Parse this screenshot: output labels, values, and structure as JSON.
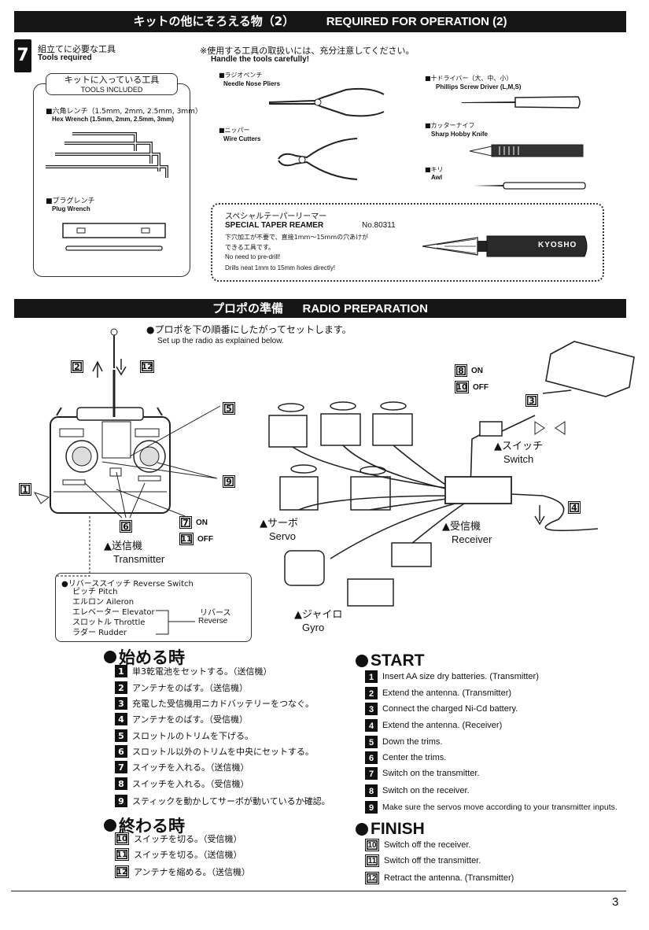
{
  "header": {
    "title_jp": "キットの他にそろえる物（2）",
    "title_en": "REQUIRED FOR OPERATION (2)"
  },
  "tools": {
    "step_num": "7",
    "title_jp": "組立てに必要な工具",
    "title_en": "Tools required",
    "note_jp": "※使用する工具の取扱いには、充分注意してください。",
    "note_en": "Handle the tools carefully!",
    "kit_label_jp": "キットに入っている工具",
    "kit_label_en": "TOOLS INCLUDED",
    "hex_jp": "■六角レンチ（1.5mm, 2mm, 2.5mm, 3mm）",
    "hex_en": "Hex Wrench (1.5mm, 2mm, 2.5mm, 3mm)",
    "plug_jp": "■プラグレンチ",
    "plug_en": "Plug Wrench",
    "pliers_jp": "■ラジオペンチ",
    "pliers_en": "Needle Nose Pliers",
    "cutters_jp": "■ニッパー",
    "cutters_en": "Wire Cutters",
    "driver_jp": "■十ドライバー（大、中、小）",
    "driver_en": "Phillips Screw Driver (L,M,S)",
    "knife_jp": "■カッターナイフ",
    "knife_en": "Sharp Hobby Knife",
    "awl_jp": "■キリ",
    "awl_en": "Awl",
    "reamer_jp": "スペシャルテーパーリーマー",
    "reamer_en": "SPECIAL TAPER REAMER",
    "reamer_no": "No.80311",
    "reamer_desc1_jp": "下穴加工が不要で、直接1mm〜15mmの穴あけが",
    "reamer_desc2_jp": "できる工具です。",
    "reamer_desc1_en": "No need to pre-drill!",
    "reamer_desc2_en": "Drills neat 1mm to 15mm holes directly!",
    "reamer_brand": "KYOSHO"
  },
  "radio": {
    "title_jp": "プロポの準備",
    "title_en": "RADIO PREPARATION",
    "intro_jp": "●プロポを下の順番にしたがってセットします。",
    "intro_en": "Set up the radio as explained below.",
    "on": "ON",
    "off": "OFF",
    "switch_jp": "▲スイッチ",
    "switch_en": "Switch",
    "servo_jp": "▲サーボ",
    "servo_en": "Servo",
    "receiver_jp": "▲受信機",
    "receiver_en": "Receiver",
    "transmitter_jp": "▲送信機",
    "transmitter_en": "Transmitter",
    "gyro_jp": "▲ジャイロ",
    "gyro_en": "Gyro",
    "rev_title": "●リバーススイッチ  Reverse Switch",
    "rev_items": [
      "ピッチ  Pitch",
      "エルロン  Aileron",
      "エレベーター  Elevator",
      "スロットル  Throttle",
      "ラダー  Rudder"
    ],
    "rev_label_jp": "リバース",
    "rev_label_en": "Reverse",
    "nums": [
      "1",
      "2",
      "3",
      "4",
      "5",
      "6",
      "7",
      "8",
      "9",
      "10",
      "11",
      "12"
    ]
  },
  "start_jp": {
    "title": "始める時",
    "steps": [
      "単3乾電池をセットする。（送信機）",
      "アンテナをのばす。（送信機）",
      "充電した受信機用ニカドバッテリーをつなぐ。",
      "アンテナをのばす。（受信機）",
      "スロットルのトリムを下げる。",
      "スロットル以外のトリムを中央にセットする。",
      "スイッチを入れる。（送信機）",
      "スイッチを入れる。（受信機）",
      "スティックを動かしてサーボが動いているか確認。"
    ]
  },
  "finish_jp": {
    "title": "終わる時",
    "steps": [
      "スイッチを切る。（受信機）",
      "スイッチを切る。（送信機）",
      "アンテナを縮める。（送信機）"
    ]
  },
  "start_en": {
    "title": "START",
    "steps": [
      "Insert AA size dry batteries. (Transmitter)",
      "Extend the antenna. (Transmitter)",
      "Connect the charged Ni-Cd battery.",
      "Extend the antenna. (Receiver)",
      "Down the trims.",
      "Center the trims.",
      "Switch on the transmitter.",
      "Switch on the receiver.",
      "Make sure the servos move according to your transmitter inputs."
    ]
  },
  "finish_en": {
    "title": "FINISH",
    "steps": [
      "Switch off the receiver.",
      "Switch off the transmitter.",
      "Retract the antenna. (Transmitter)"
    ]
  },
  "page_number": "3"
}
